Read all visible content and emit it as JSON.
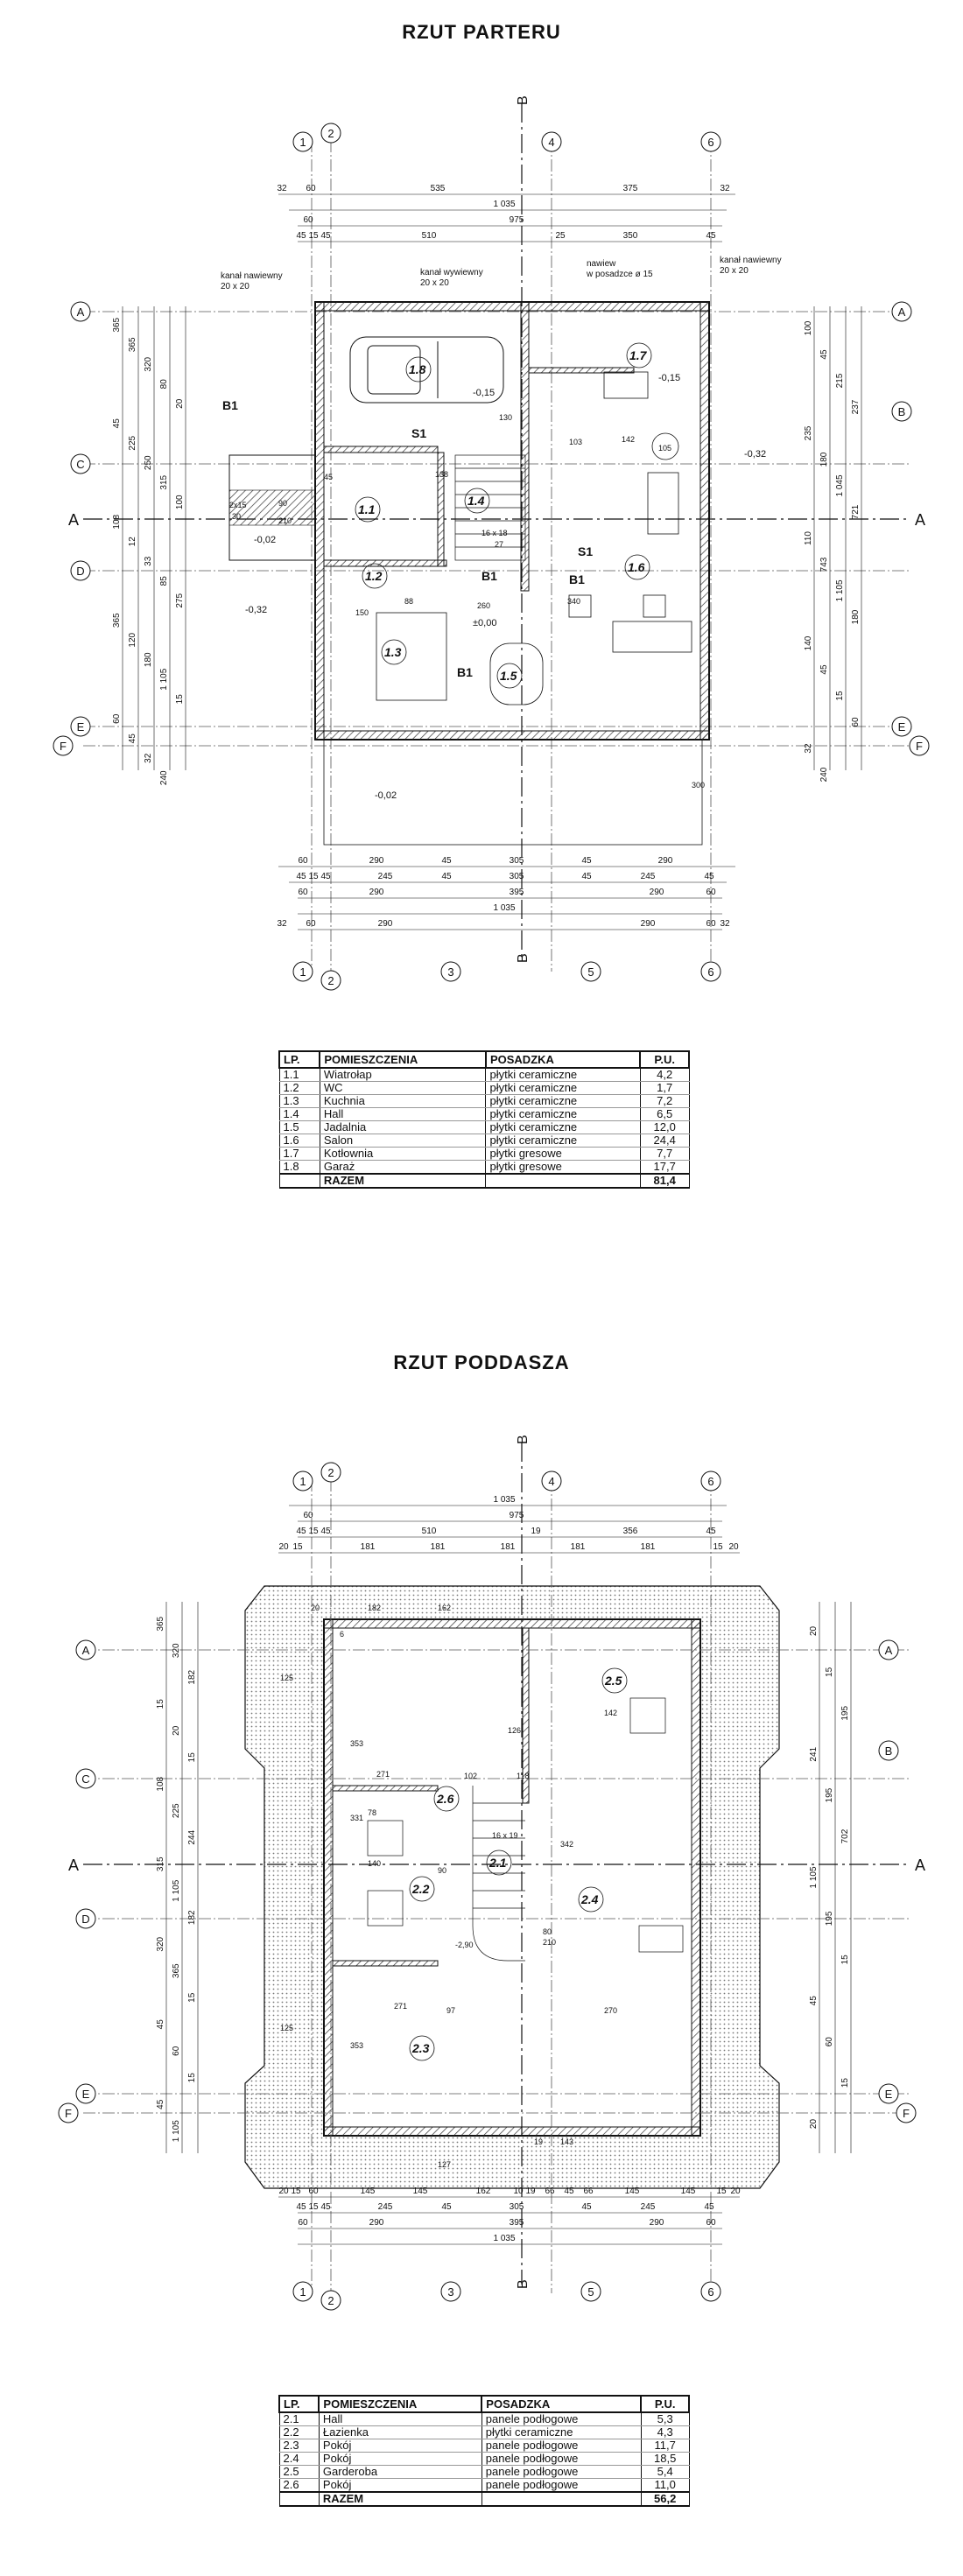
{
  "ground": {
    "title": "RZUT  PARTERU",
    "axes_top": [
      "1",
      "2",
      "4",
      "6"
    ],
    "axes_bottom": [
      "1",
      "2",
      "3",
      "5",
      "6"
    ],
    "axes_left": [
      "A",
      "C",
      "D",
      "E",
      "F"
    ],
    "axes_right": [
      "A",
      "B",
      "E",
      "F"
    ],
    "section_letter": "A",
    "section_b": "B",
    "dim_top": [
      {
        "text": "32"
      },
      {
        "text": "60"
      },
      {
        "text": "535"
      },
      {
        "text": "375"
      },
      {
        "text": "32"
      },
      {
        "text": "1 035"
      },
      {
        "text": "60"
      },
      {
        "text": "975"
      },
      {
        "text": "45"
      },
      {
        "text": "15"
      },
      {
        "text": "45"
      },
      {
        "text": "510"
      },
      {
        "text": "25"
      },
      {
        "text": "350"
      },
      {
        "text": "45"
      }
    ],
    "dim_bottom": [
      {
        "text": "60"
      },
      {
        "text": "290"
      },
      {
        "text": "45"
      },
      {
        "text": "305"
      },
      {
        "text": "45"
      },
      {
        "text": "290"
      },
      {
        "text": "45"
      },
      {
        "text": "15"
      },
      {
        "text": "45"
      },
      {
        "text": "245"
      },
      {
        "text": "45"
      },
      {
        "text": "305"
      },
      {
        "text": "45"
      },
      {
        "text": "245"
      },
      {
        "text": "45"
      },
      {
        "text": "60"
      },
      {
        "text": "290"
      },
      {
        "text": "395"
      },
      {
        "text": "290"
      },
      {
        "text": "60"
      },
      {
        "text": "1 035"
      },
      {
        "text": "32"
      },
      {
        "text": "60"
      },
      {
        "text": "290"
      },
      {
        "text": "290"
      },
      {
        "text": "60"
      },
      {
        "text": "32"
      }
    ],
    "dim_left": [
      "365",
      "365",
      "320",
      "80",
      "20",
      "45",
      "225",
      "250",
      "315",
      "100",
      "108",
      "12",
      "33",
      "85",
      "275",
      "365",
      "120",
      "180",
      "1 105",
      "15",
      "60",
      "45",
      "32",
      "240"
    ],
    "dim_right": [
      "100",
      "45",
      "215",
      "237",
      "235",
      "180",
      "1 045",
      "721",
      "110",
      "743",
      "1 105",
      "180",
      "140",
      "45",
      "15",
      "60",
      "32",
      "240"
    ],
    "annotations": [
      {
        "text": "kanał  nawiewny"
      },
      {
        "text": "20 x 20"
      },
      {
        "text": "kanał  wywiewny"
      },
      {
        "text": "20 x 20"
      },
      {
        "text": "nawiew"
      },
      {
        "text": "w posadzce ø 15"
      },
      {
        "text": "kanał  nawiewny"
      },
      {
        "text": "20 x 20"
      },
      {
        "text": "B1"
      },
      {
        "text": "B1"
      },
      {
        "text": "B1"
      },
      {
        "text": "B1"
      },
      {
        "text": "S1"
      },
      {
        "text": "S1"
      },
      {
        "text": "-0,15"
      },
      {
        "text": "-0,15"
      },
      {
        "text": "-0,32"
      },
      {
        "text": "-0,02"
      },
      {
        "text": "-0,02"
      },
      {
        "text": "-0,32"
      },
      {
        "text": "±0,00"
      },
      {
        "text": "1.1"
      },
      {
        "text": "1.2"
      },
      {
        "text": "1.3"
      },
      {
        "text": "1.4"
      },
      {
        "text": "1.5"
      },
      {
        "text": "1.6"
      },
      {
        "text": "1.7"
      },
      {
        "text": "1.8"
      },
      {
        "text": "2x15"
      },
      {
        "text": "30"
      },
      {
        "text": "90"
      },
      {
        "text": "210"
      },
      {
        "text": "16 x 18"
      },
      {
        "text": "27"
      },
      {
        "text": "260"
      },
      {
        "text": "340"
      },
      {
        "text": "300"
      },
      {
        "text": "142"
      },
      {
        "text": "103"
      },
      {
        "text": "105"
      },
      {
        "text": "150"
      },
      {
        "text": "88"
      },
      {
        "text": "138"
      },
      {
        "text": "130"
      },
      {
        "text": "45"
      }
    ],
    "table": {
      "headers": [
        "LP.",
        "POMIESZCZENIA",
        "POSADZKA",
        "P.U."
      ],
      "rows": [
        [
          "1.1",
          "Wiatrołap",
          "płytki ceramiczne",
          "4,2"
        ],
        [
          "1.2",
          "WC",
          "płytki ceramiczne",
          "1,7"
        ],
        [
          "1.3",
          "Kuchnia",
          "płytki ceramiczne",
          "7,2"
        ],
        [
          "1.4",
          "Hall",
          "płytki ceramiczne",
          "6,5"
        ],
        [
          "1.5",
          "Jadalnia",
          "płytki ceramiczne",
          "12,0"
        ],
        [
          "1.6",
          "Salon",
          "płytki ceramiczne",
          "24,4"
        ],
        [
          "1.7",
          "Kotłownia",
          "płytki gresowe",
          "7,7"
        ],
        [
          "1.8",
          "Garaż",
          "płytki gresowe",
          "17,7"
        ]
      ],
      "total_label": "RAZEM",
      "total_value": "81,4"
    }
  },
  "attic": {
    "title": "RZUT  PODDASZA",
    "axes_top": [
      "1",
      "2",
      "4",
      "6"
    ],
    "axes_bottom": [
      "1",
      "2",
      "3",
      "5",
      "6"
    ],
    "axes_left": [
      "A",
      "C",
      "D",
      "E",
      "F"
    ],
    "axes_right": [
      "A",
      "B",
      "E",
      "F"
    ],
    "section_letter": "A",
    "section_b": "B",
    "dim_top": [
      {
        "text": "1 035"
      },
      {
        "text": "60"
      },
      {
        "text": "975"
      },
      {
        "text": "45"
      },
      {
        "text": "15"
      },
      {
        "text": "45"
      },
      {
        "text": "510"
      },
      {
        "text": "19"
      },
      {
        "text": "356"
      },
      {
        "text": "45"
      },
      {
        "text": "20"
      },
      {
        "text": "15"
      },
      {
        "text": "181"
      },
      {
        "text": "181"
      },
      {
        "text": "181"
      },
      {
        "text": "181"
      },
      {
        "text": "181"
      },
      {
        "text": "15"
      },
      {
        "text": "20"
      }
    ],
    "dim_bottom": [
      {
        "text": "20"
      },
      {
        "text": "15"
      },
      {
        "text": "60"
      },
      {
        "text": "145"
      },
      {
        "text": "145"
      },
      {
        "text": "162"
      },
      {
        "text": "10"
      },
      {
        "text": "19"
      },
      {
        "text": "66"
      },
      {
        "text": "45"
      },
      {
        "text": "66"
      },
      {
        "text": "145"
      },
      {
        "text": "145"
      },
      {
        "text": "15"
      },
      {
        "text": "20"
      },
      {
        "text": "45"
      },
      {
        "text": "15"
      },
      {
        "text": "45"
      },
      {
        "text": "245"
      },
      {
        "text": "45"
      },
      {
        "text": "305"
      },
      {
        "text": "45"
      },
      {
        "text": "245"
      },
      {
        "text": "45"
      },
      {
        "text": "60"
      },
      {
        "text": "290"
      },
      {
        "text": "395"
      },
      {
        "text": "290"
      },
      {
        "text": "60"
      },
      {
        "text": "1 035"
      }
    ],
    "dim_left": [
      "365",
      "320",
      "182",
      "15",
      "20",
      "15",
      "108",
      "225",
      "244",
      "315",
      "1 105",
      "182",
      "320",
      "365",
      "15",
      "45",
      "60",
      "15",
      "45",
      "1 105"
    ],
    "dim_right": [
      "20",
      "15",
      "195",
      "241",
      "195",
      "702",
      "1 105",
      "195",
      "15",
      "45",
      "60",
      "15",
      "20"
    ],
    "annotations": [
      {
        "text": "2.1"
      },
      {
        "text": "2.2"
      },
      {
        "text": "2.3"
      },
      {
        "text": "2.4"
      },
      {
        "text": "2.5"
      },
      {
        "text": "2.6"
      },
      {
        "text": "125"
      },
      {
        "text": "125"
      },
      {
        "text": "353"
      },
      {
        "text": "353"
      },
      {
        "text": "271"
      },
      {
        "text": "271"
      },
      {
        "text": "331"
      },
      {
        "text": "342"
      },
      {
        "text": "270"
      },
      {
        "text": "78"
      },
      {
        "text": "140"
      },
      {
        "text": "102"
      },
      {
        "text": "118"
      },
      {
        "text": "126"
      },
      {
        "text": "142"
      },
      {
        "text": "97"
      },
      {
        "text": "80"
      },
      {
        "text": "210"
      },
      {
        "text": "90"
      },
      {
        "text": "16 x 19"
      },
      {
        "text": "-2,90"
      },
      {
        "text": "182"
      },
      {
        "text": "162"
      },
      {
        "text": "143"
      },
      {
        "text": "127"
      },
      {
        "text": "20"
      },
      {
        "text": "6"
      },
      {
        "text": "19"
      }
    ],
    "table": {
      "headers": [
        "LP.",
        "POMIESZCZENIA",
        "POSADZKA",
        "P.U."
      ],
      "rows": [
        [
          "2.1",
          "Hall",
          "panele podłogowe",
          "5,3"
        ],
        [
          "2.2",
          "Łazienka",
          "płytki ceramiczne",
          "4,3"
        ],
        [
          "2.3",
          "Pokój",
          "panele podłogowe",
          "11,7"
        ],
        [
          "2.4",
          "Pokój",
          "panele podłogowe",
          "18,5"
        ],
        [
          "2.5",
          "Garderoba",
          "panele podłogowe",
          "5,4"
        ],
        [
          "2.6",
          "Pokój",
          "panele podłogowe",
          "11,0"
        ]
      ],
      "total_label": "RAZEM",
      "total_value": "56,2"
    }
  }
}
